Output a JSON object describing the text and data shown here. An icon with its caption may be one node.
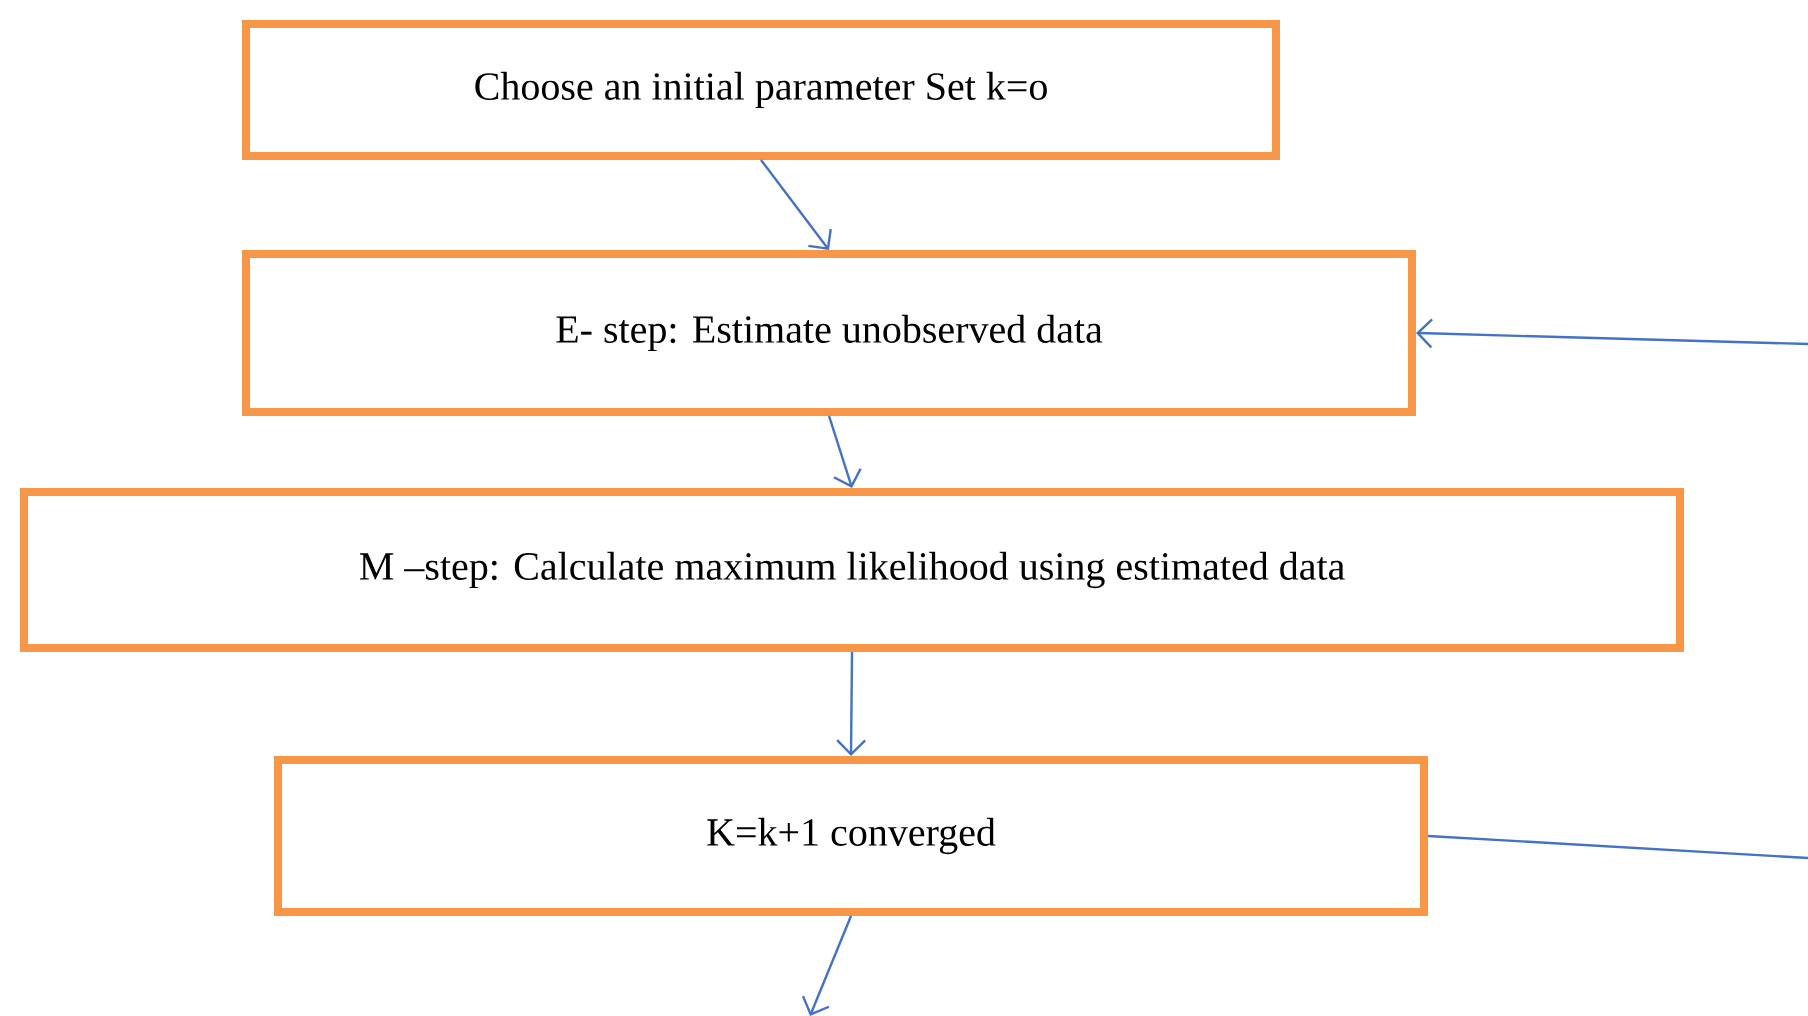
{
  "diagram": {
    "nodes": [
      {
        "text": [
          "Choose an initial parameter Set k=o"
        ]
      },
      {
        "text": [
          "E- step: Estimate unobserved data"
        ]
      },
      {
        "text": [
          "M –step: Calculate maximum likelihood using estimated data"
        ]
      },
      {
        "text": [
          "K=k+1 converged"
        ]
      }
    ],
    "edges": [
      {
        "from": 0,
        "to": 1,
        "arrow": "to"
      },
      {
        "from": 1,
        "to": 2,
        "arrow": "to"
      },
      {
        "from": 2,
        "to": 3,
        "arrow": "to"
      },
      {
        "from": 3,
        "to": null,
        "arrow": "to"
      },
      {
        "from": 3,
        "to": null,
        "arrow": "none"
      },
      {
        "from": null,
        "to": 1,
        "arrow": "to"
      }
    ]
  }
}
